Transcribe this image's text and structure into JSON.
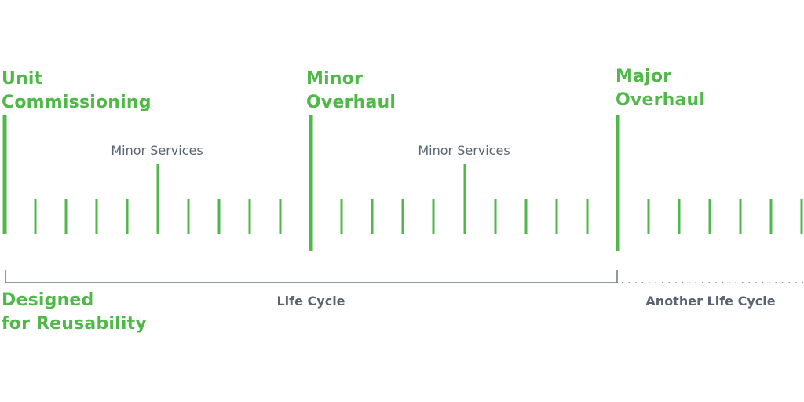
{
  "colors": {
    "accent": "#4fb848",
    "text_gray": "#5a6573",
    "bracket": "#6b7684"
  },
  "milestones": [
    {
      "line1": "Unit",
      "line2": "Commissioning"
    },
    {
      "line1": "Minor",
      "line2": "Overhaul"
    },
    {
      "line1": "Major",
      "line2": "Overhaul"
    }
  ],
  "service_labels": [
    "Minor Services",
    "Minor Services"
  ],
  "life_cycles": {
    "current": "Life Cycle",
    "next": "Another Life Cycle"
  },
  "footer": {
    "line1": "Designed",
    "line2": "for Reusability"
  }
}
